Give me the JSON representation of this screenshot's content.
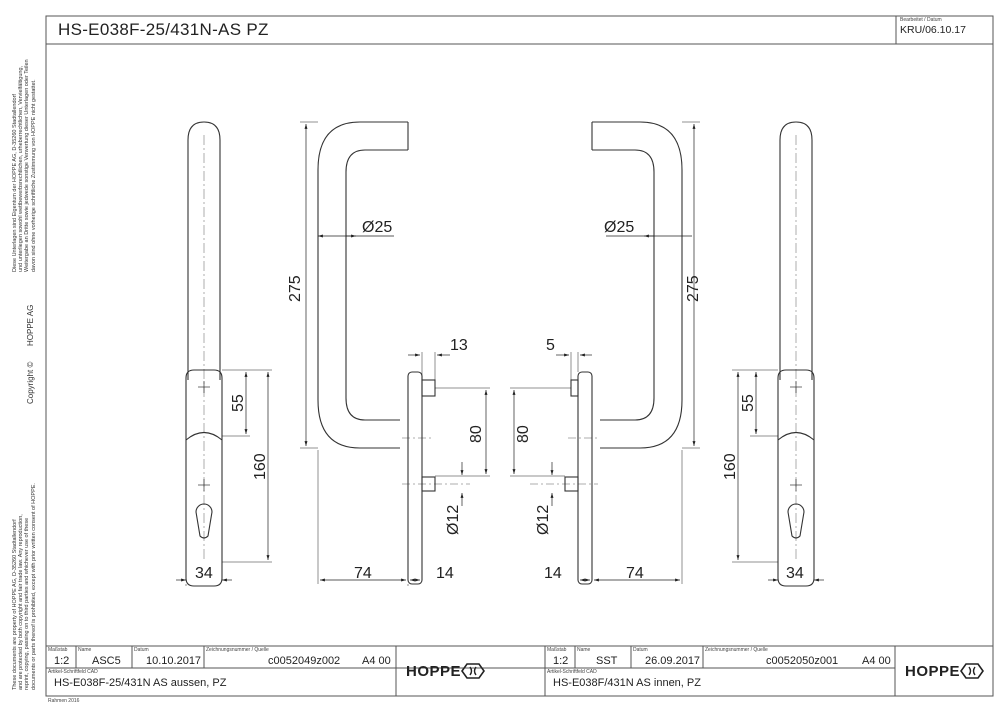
{
  "header": {
    "drawing_title": "HS-E038F-25/431N-AS PZ",
    "revised_label": "Bearbeitet / Datum",
    "revised_value": "KRU/06.10.17"
  },
  "side": {
    "copyright_de": "Diese Unterlagen sind Eigentum der HOPPE AG, D-35260 Stadtallendorf\nund unterliegen sowohl wettbewerbsrechtlichen, urheberrechtlichen, Vervielfältigung,\nWeitergabe an Dritte sowie jedwede sonstige Verwertung dieser Unterlagen oder Teilen\ndavon sind ohne vorherige schriftliche Zustimmung von HOPPE nicht gestattet.",
    "company": "HOPPE  AG",
    "copyright_label": "Copyright ©",
    "copyright_en": "These documents are property of HOPPE AG, D-35260 Stadtallendorf\nand are protected by both copyright and fair trade law. Any reproduction,\nreprint, copying, passing on to third parties and whichever use of these\ndocuments or parts thereof is prohibited, except with prior written consent of HOPPE."
  },
  "dimensions": {
    "d25": "Ø25",
    "d12": "Ø12",
    "h275": "275",
    "h55": "55",
    "h160": "160",
    "h80": "80",
    "w13": "13",
    "w5": "5",
    "w74": "74",
    "w14": "14",
    "w34": "34"
  },
  "title_blocks": [
    {
      "scale_label": "Maßstab",
      "scale": "1:2",
      "name_label": "Name",
      "name": "ASC5",
      "date_label": "Datum",
      "date": "10.10.2017",
      "drawing_no_label": "Zeichnungsnummer / Quelle",
      "drawing_no": "c0052049z002",
      "format": "A4 00",
      "article_label": "Artikel-Schriftfeld CAD",
      "article": "HS-E038F-25/431N AS  aussen, PZ",
      "logo": "HOPPE"
    },
    {
      "scale_label": "Maßstab",
      "scale": "1:2",
      "name_label": "Name",
      "name": "SST",
      "date_label": "Datum",
      "date": "26.09.2017",
      "drawing_no_label": "Zeichnungsnummer / Quelle",
      "drawing_no": "c0052050z001",
      "format": "A4 00",
      "article_label": "Artikel-Schriftfeld CAD",
      "article": "HS-E038F/431N AS  innen, PZ",
      "logo": "HOPPE"
    }
  ],
  "footer": {
    "frame": "Rahmen 2016"
  }
}
